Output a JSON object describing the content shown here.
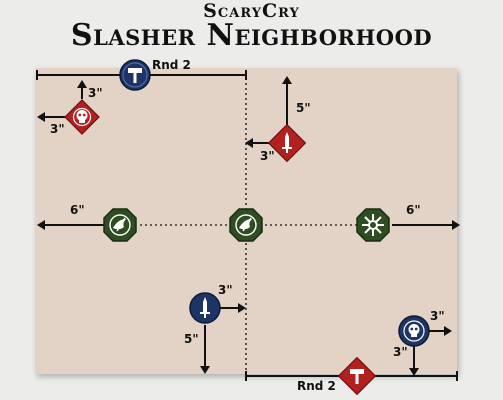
{
  "header": {
    "subtitle": "ScaryCry",
    "title": "Slasher Neighborhood"
  },
  "labels": {
    "rnd_top": "Rnd 2",
    "rnd_bottom": "Rnd 2",
    "d3_a": "3\"",
    "d3_b": "3\"",
    "d5_a": "5\"",
    "d3_c": "3\"",
    "d6_left": "6\"",
    "d6_right": "6\"",
    "d3_d": "3\"",
    "d5_b": "5\"",
    "d3_e": "3\"",
    "d3_f": "3\""
  },
  "colors": {
    "board": "#e2d3c6",
    "objective_green": "#2e4d22",
    "objective_blue": "#1e3466",
    "objective_red": "#b32020"
  },
  "tokens": [
    {
      "name": "token-blue-hammer",
      "icon": "hammer-icon"
    },
    {
      "name": "token-red-skull",
      "icon": "skull-icon"
    },
    {
      "name": "token-red-sword",
      "icon": "sword-icon"
    },
    {
      "name": "token-green-left",
      "icon": "bird-icon"
    },
    {
      "name": "token-green-center",
      "icon": "bird-icon"
    },
    {
      "name": "token-green-right",
      "icon": "burst-icon"
    },
    {
      "name": "token-blue-sword",
      "icon": "sword-icon"
    },
    {
      "name": "token-blue-skull",
      "icon": "skull-icon"
    },
    {
      "name": "token-red-hammer",
      "icon": "hammer-icon"
    }
  ]
}
